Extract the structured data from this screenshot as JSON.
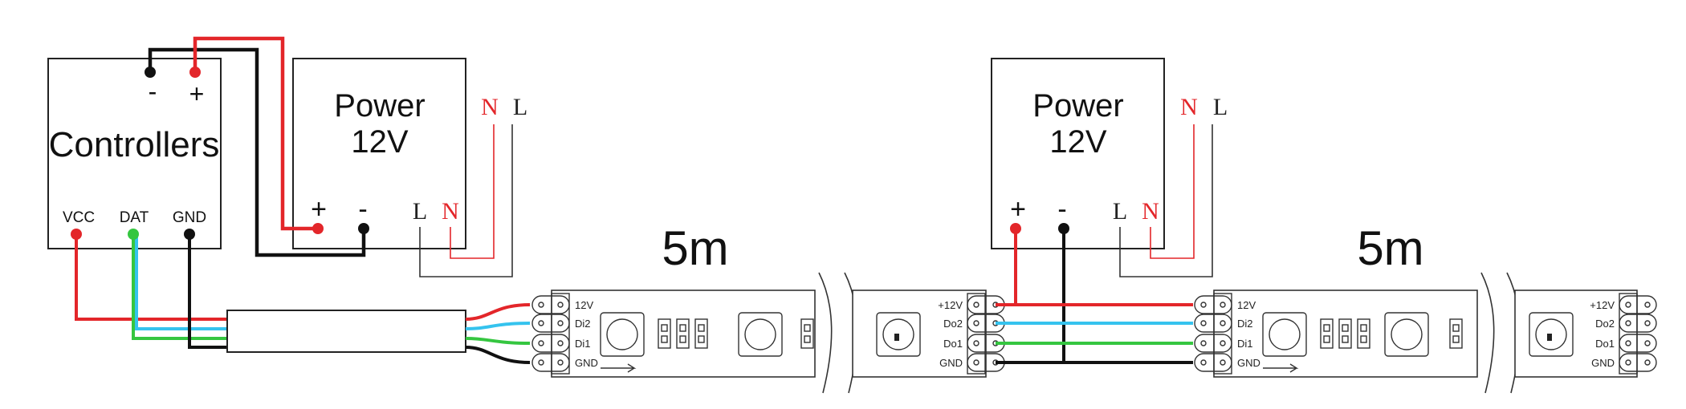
{
  "colors": {
    "red": "#e3262a",
    "black": "#111111",
    "cyan": "#35c3ee",
    "green": "#35c640"
  },
  "controller": {
    "title": "Controllers",
    "minus": "-",
    "plus": "+",
    "vcc": "VCC",
    "dat": "DAT",
    "gnd": "GND"
  },
  "power_left": {
    "title_line1": "Power",
    "title_line2": "12V",
    "plus": "+",
    "minus": "-",
    "ac_n_top": "N",
    "ac_l_top": "L",
    "ac_l_bottom": "L",
    "ac_n_bottom": "N"
  },
  "power_right": {
    "title_line1": "Power",
    "title_line2": "12V",
    "plus": "+",
    "minus": "-",
    "ac_n_top": "N",
    "ac_l_top": "L",
    "ac_l_bottom": "L",
    "ac_n_bottom": "N"
  },
  "strip1": {
    "length": "5m",
    "in_pins": [
      "12V",
      "Di2",
      "Di1",
      "GND"
    ],
    "out_pins": [
      "+12V",
      "Do2",
      "Do1",
      "GND"
    ]
  },
  "strip2": {
    "length": "5m",
    "in_pins": [
      "12V",
      "Di2",
      "Di1",
      "GND"
    ],
    "out_pins": [
      "+12V",
      "Do2",
      "Do1",
      "GND"
    ]
  }
}
